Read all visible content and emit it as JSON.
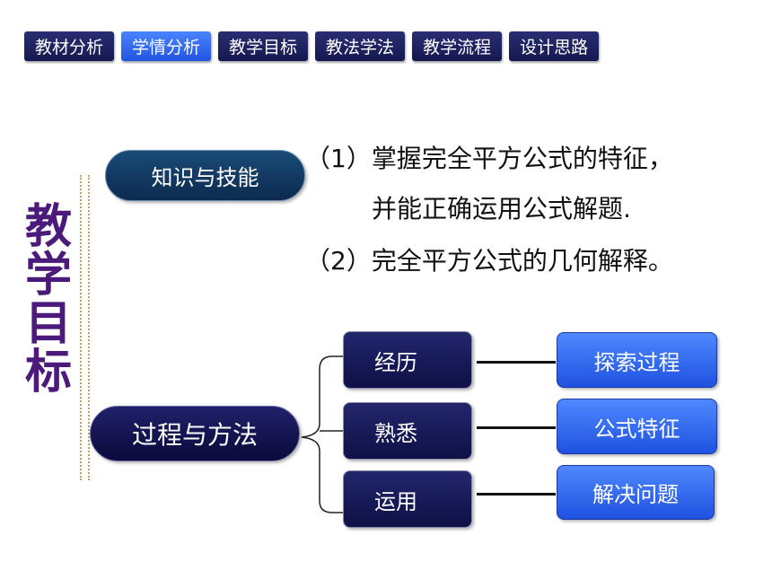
{
  "nav": {
    "tabs": [
      {
        "label": "教材分析",
        "active": false
      },
      {
        "label": "学情分析",
        "active": true
      },
      {
        "label": "教学目标",
        "active": false
      },
      {
        "label": "教法学法",
        "active": false
      },
      {
        "label": "教学流程",
        "active": false
      },
      {
        "label": "设计思路",
        "active": false
      }
    ]
  },
  "side_title": [
    "教",
    "学",
    "目",
    "标"
  ],
  "knowledge": {
    "label": "知识与技能",
    "objective_1_line1": "（1）掌握完全平方公式的特征，",
    "objective_1_line2": "并能正确运用公式解题.",
    "objective_2": "（2）完全平方公式的几何解释。"
  },
  "process": {
    "label": "过程与方法",
    "steps": [
      {
        "verb": "经历",
        "target": "探索过程"
      },
      {
        "verb": "熟悉",
        "target": "公式特征"
      },
      {
        "verb": "运用",
        "target": "解决问题"
      }
    ]
  },
  "colors": {
    "nav_tab": "#1e2160",
    "nav_tab_active": "#3a72f5",
    "title": "#4b1a7a",
    "box_blue": "#3a72f5",
    "box_dark": "#181a55"
  }
}
